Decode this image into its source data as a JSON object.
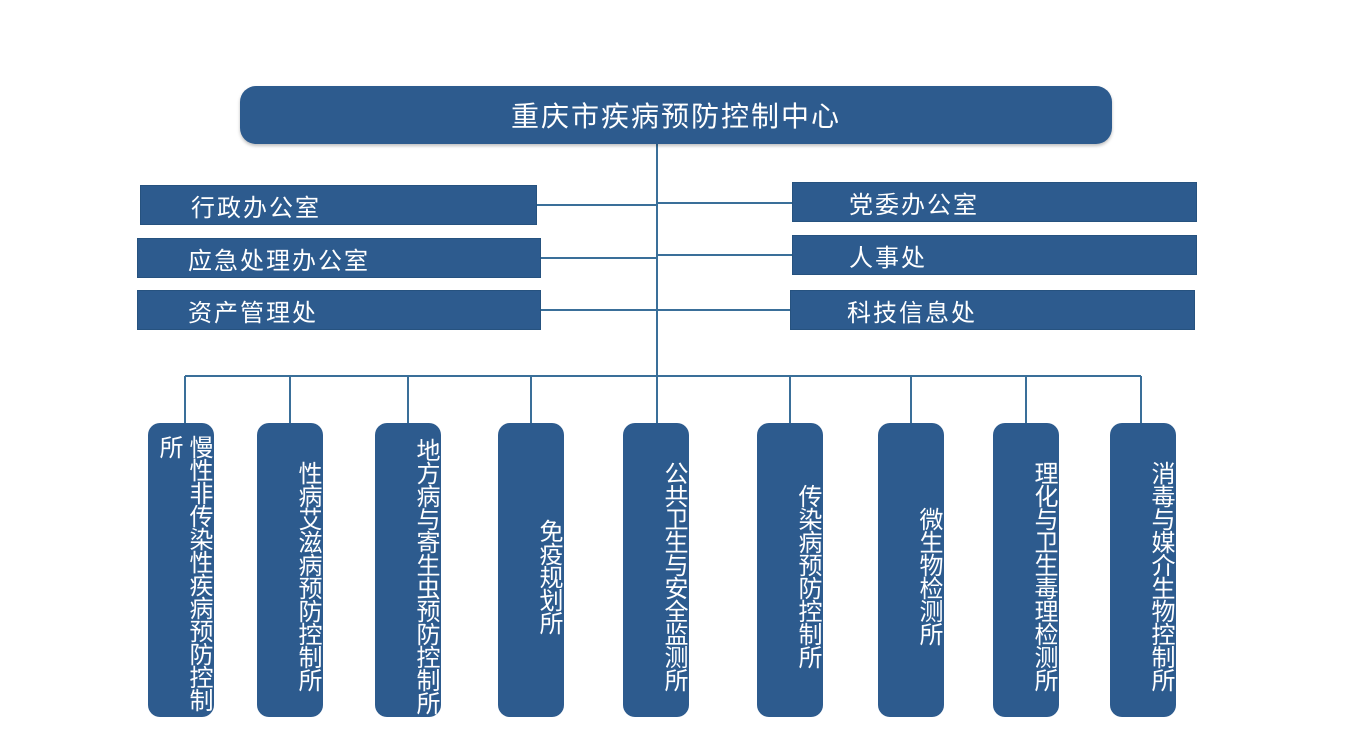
{
  "root": {
    "label": "重庆市疾病预防控制中心"
  },
  "left_offices": [
    {
      "label": "行政办公室"
    },
    {
      "label": "应急处理办公室"
    },
    {
      "label": "资产管理处"
    }
  ],
  "right_offices": [
    {
      "label": "党委办公室"
    },
    {
      "label": "人事处"
    },
    {
      "label": "科技信息处"
    }
  ],
  "institutes": [
    {
      "label": "慢性非传染性疾病预防控制所"
    },
    {
      "label": "性病艾滋病预防控制所"
    },
    {
      "label": "地方病与寄生虫预防控制所"
    },
    {
      "label": "免疫规划所"
    },
    {
      "label": "公共卫生与安全监测所"
    },
    {
      "label": "传染病预防控制所"
    },
    {
      "label": "微生物检测所"
    },
    {
      "label": "理化与卫生毒理检测所"
    },
    {
      "label": "消毒与媒介生物控制所"
    }
  ],
  "colors": {
    "box": "#2d5b8e",
    "line": "#3a6f99",
    "text": "#ffffff"
  }
}
